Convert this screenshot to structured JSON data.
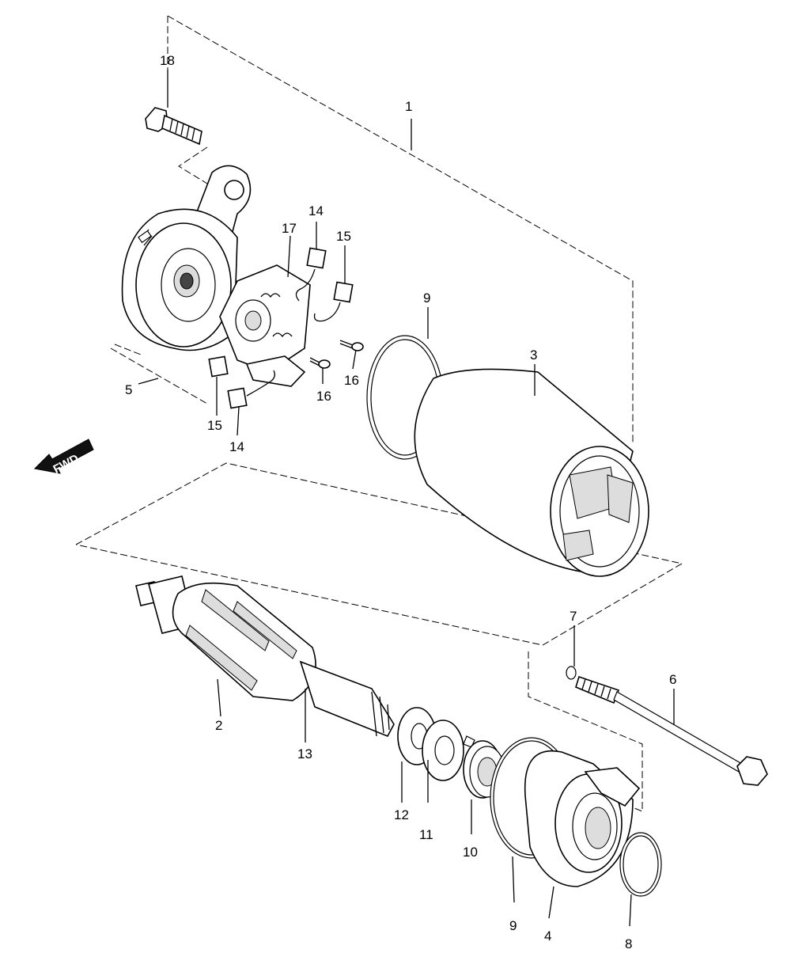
{
  "direction": {
    "label": "FWD"
  },
  "labels": {
    "p1": "1",
    "p2": "2",
    "p3": "3",
    "p4": "4",
    "p5": "5",
    "p6": "6",
    "p7": "7",
    "p8": "8",
    "p9a": "9",
    "p9b": "9",
    "p10": "10",
    "p11": "11",
    "p12": "12",
    "p13": "13",
    "p14a": "14",
    "p14b": "14",
    "p15a": "15",
    "p15b": "15",
    "p16a": "16",
    "p16b": "16",
    "p17": "17",
    "p18": "18"
  }
}
